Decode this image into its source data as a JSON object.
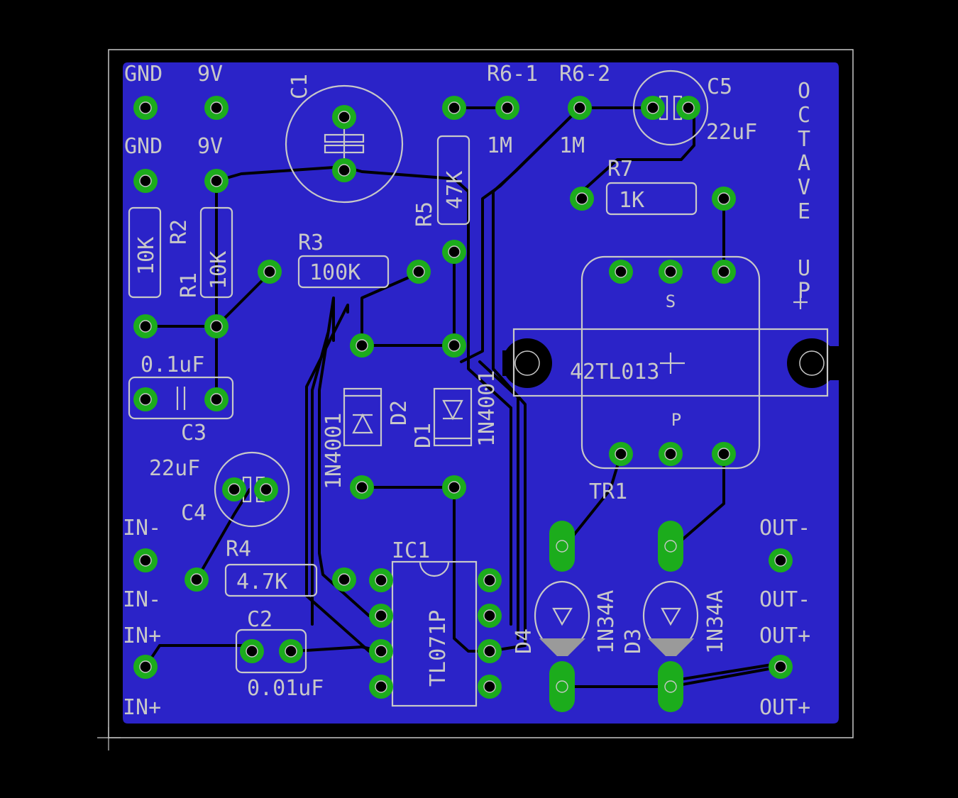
{
  "board": {
    "title_vertical": [
      "O",
      "C",
      "T",
      "A",
      "V",
      "E",
      " ",
      "U",
      "P"
    ],
    "colors": {
      "background": "#000000",
      "copper": "#2b23c8",
      "pad": "#1cac1c",
      "silk": "#c8c8c8"
    }
  },
  "labels": {
    "gnd_top": "GND",
    "v9_top": "9V",
    "gnd_2": "GND",
    "v9_2": "9V",
    "c1": "C1",
    "r6_1": "R6-1",
    "r6_2": "R6-2",
    "c5": "C5",
    "c5_value": "22uF",
    "r6_1_value": "1M",
    "r6_2_value": "1M",
    "r7": "R7",
    "r7_value": "1K",
    "r5": "R5",
    "r5_value": "47K",
    "r2": "R2",
    "r2_value": "10K",
    "r1": "R1",
    "r1_value": "10K",
    "r3": "R3",
    "r3_value": "100K",
    "c3": "C3",
    "c3_value": "0.1uF",
    "c4": "C4",
    "c4_value": "22uF",
    "d2": "D2",
    "d2_value": "1N4001",
    "d1": "D1",
    "d1_value": "1N4001",
    "tr1": "TR1",
    "tr1_value": "42TL013",
    "tr1_s": "S",
    "tr1_p": "P",
    "r4": "R4",
    "r4_value": "4.7K",
    "c2": "C2",
    "c2_value": "0.01uF",
    "ic1": "IC1",
    "ic1_value": "TL071P",
    "d4": "D4",
    "d3": "D3",
    "d3_value": "1N34A",
    "d4_value": "1N34A",
    "in_minus_1": "IN-",
    "in_minus_2": "IN-",
    "in_plus_1": "IN+",
    "in_plus_2": "IN+",
    "out_minus_1": "OUT-",
    "out_minus_2": "OUT-",
    "out_plus_1": "OUT+",
    "out_plus_2": "OUT+"
  }
}
